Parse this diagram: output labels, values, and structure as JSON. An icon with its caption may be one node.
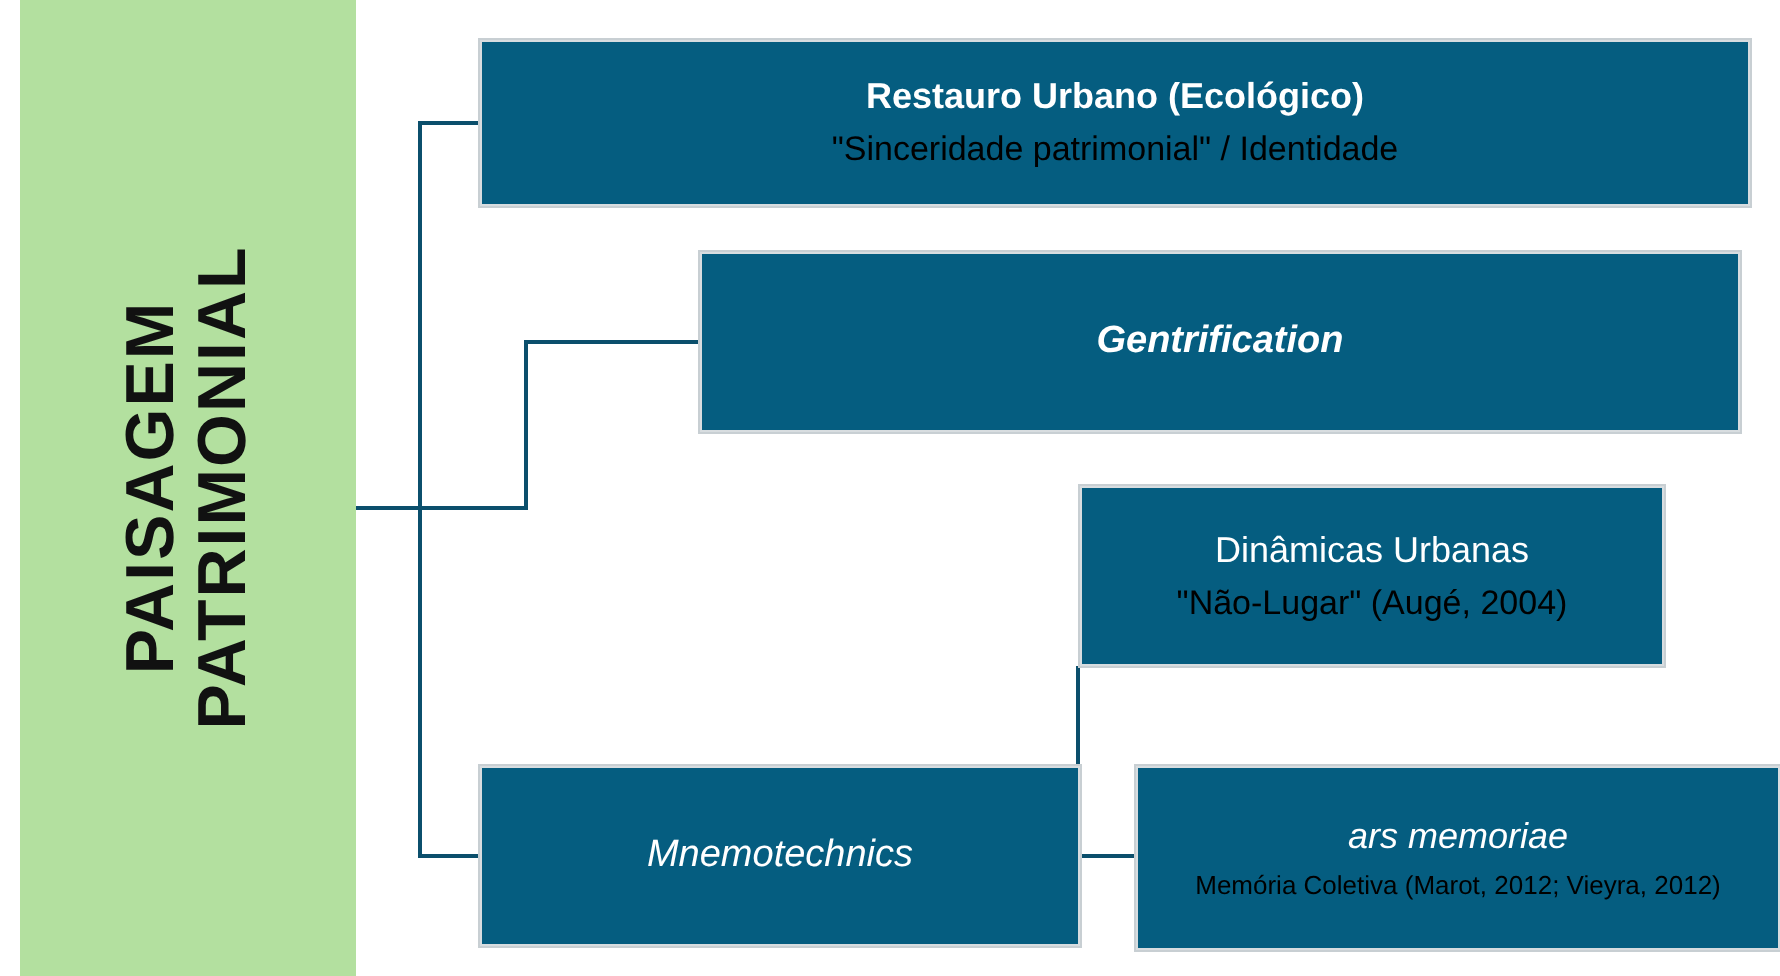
{
  "diagram": {
    "nodes": [
      {
        "text": [
          "PAISAGEM PATRIMONIAL"
        ]
      },
      {
        "text": [
          "Restauro Urbano (Ecológico)",
          "\"Sinceridade patrimonial\" / Identidade"
        ]
      },
      {
        "text": [
          "Gentrification"
        ]
      },
      {
        "text": [
          "Dinâmicas Urbanas",
          "\"Não-Lugar\" (Augé, 2004)"
        ]
      },
      {
        "text": [
          "Mnemotechnics"
        ]
      },
      {
        "text": [
          "ars memoriae",
          "Memória Coletiva (Marot, 2012; Vieyra, 2012)"
        ]
      }
    ],
    "edges": [
      {
        "from": 0,
        "to": 1,
        "arrow": "none"
      },
      {
        "from": 0,
        "to": 2,
        "arrow": "none"
      },
      {
        "from": 0,
        "to": 4,
        "arrow": "none"
      },
      {
        "from": 4,
        "to": 3,
        "arrow": "none"
      },
      {
        "from": 4,
        "to": 5,
        "arrow": "none"
      }
    ]
  }
}
